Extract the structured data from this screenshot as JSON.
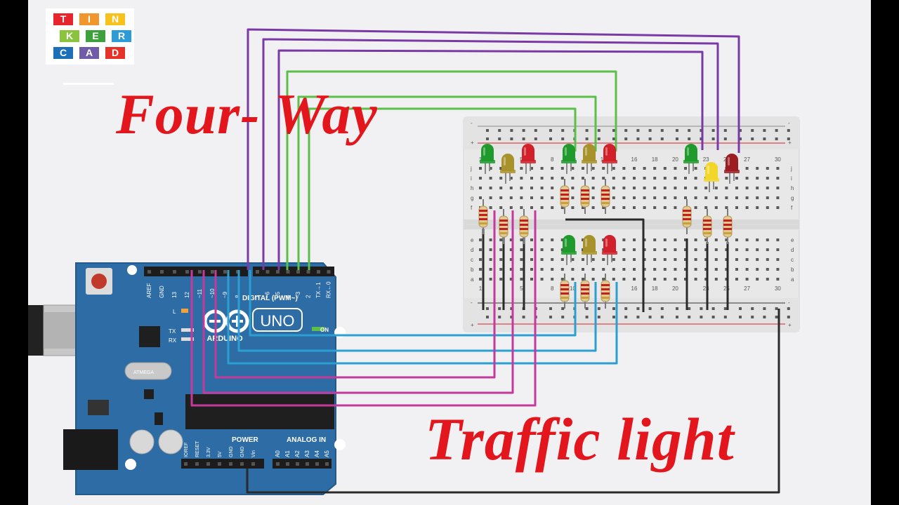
{
  "logo": {
    "letters": [
      "T",
      "I",
      "N",
      "K",
      "E",
      "R",
      "C",
      "A",
      "D"
    ],
    "colors": [
      "#e8242c",
      "#f0962c",
      "#f7c21b",
      "#8ac33c",
      "#3da03d",
      "#2d9bd7",
      "#1d6fb8",
      "#6f5ba7",
      "#e4342a"
    ]
  },
  "headline": {
    "top": "Four- Way",
    "bottom": "Traffic light",
    "color": "#e4161d"
  },
  "arduino": {
    "brand": "ARDUINO",
    "model": "UNO",
    "digital_label": "DIGITAL (PWM~)",
    "power_label": "POWER",
    "analog_label": "ANALOG IN",
    "on_label": "ON",
    "led_labels": [
      "L",
      "TX",
      "RX"
    ],
    "header_labels_left": [
      "AREF",
      "GND",
      "13",
      "12",
      "~11",
      "~10",
      "~9",
      "8"
    ],
    "header_labels_right": [
      "7",
      "~6",
      "~5",
      "4",
      "~3",
      "2",
      "TX→1",
      "RX←0"
    ],
    "power_pins": [
      "IOREF",
      "RESET",
      "3.3V",
      "5V",
      "GND",
      "GND",
      "Vin"
    ],
    "analog_pins": [
      "A0",
      "A1",
      "A2",
      "A3",
      "A4",
      "A5"
    ],
    "chip_text": "ATMEGA",
    "board_color": "#2e6ca5"
  },
  "breadboard": {
    "column_numbers": [
      "1",
      "5",
      "8",
      "10",
      "13",
      "16",
      "18",
      "20",
      "23",
      "25",
      "27",
      "30"
    ],
    "row_letters_top": [
      "j",
      "i",
      "h",
      "g",
      "f"
    ],
    "row_letters_bottom": [
      "e",
      "d",
      "c",
      "b",
      "a"
    ],
    "rail_signs": [
      "-",
      "+"
    ]
  },
  "wire_colors": {
    "purple": "#7a3aa6",
    "green": "#5bbf4a",
    "blue": "#2b9fd1",
    "magenta": "#c4399b",
    "black": "#2a2a2a"
  },
  "led_colors": {
    "green": "#1f9a2c",
    "yellow": "#a8922c",
    "red": "#d2202a",
    "bright_yellow": "#f3d62a",
    "dark_red": "#9c1c22"
  }
}
